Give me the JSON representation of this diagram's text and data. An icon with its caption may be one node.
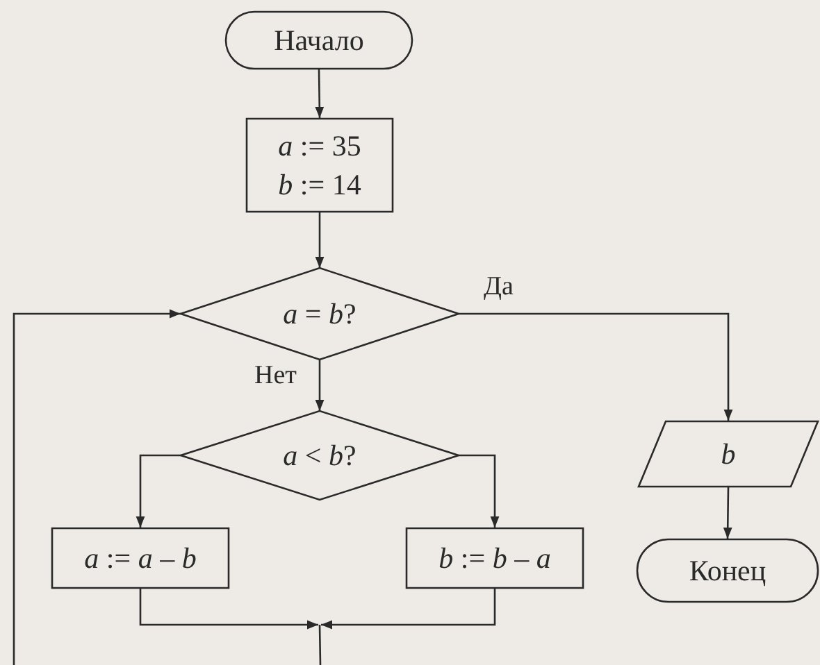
{
  "diagram": {
    "nodes": [
      {
        "text": [
          "Начало"
        ]
      },
      {
        "text": [
          "*a* := 35",
          "*b* := 14"
        ]
      },
      {
        "text": [
          "*a* = *b*?"
        ]
      },
      {
        "text": [
          "*a* < *b*?"
        ]
      },
      {
        "text": [
          "*a* := *a* – *b*"
        ]
      },
      {
        "text": [
          "*b* := *b* – *a*"
        ]
      },
      {
        "text": [
          "b"
        ]
      },
      {
        "text": [
          "Конец"
        ]
      }
    ],
    "edges": [
      {
        "from": 0,
        "to": 1,
        "arrow": "to"
      },
      {
        "from": 1,
        "to": 2,
        "arrow": "to"
      },
      {
        "from": 2,
        "to": 6,
        "arrow": "to",
        "label": "Да"
      },
      {
        "from": 2,
        "to": 3,
        "arrow": "to",
        "label": "Нет"
      },
      {
        "from": 3,
        "to": 4,
        "arrow": "to"
      },
      {
        "from": 3,
        "to": 5,
        "arrow": "to"
      },
      {
        "from": 6,
        "to": 7,
        "arrow": "to"
      },
      {
        "from": 4,
        "to": null,
        "arrow": "to"
      },
      {
        "from": 5,
        "to": null,
        "arrow": "to"
      },
      {
        "from": null,
        "to": 2,
        "arrow": "to"
      }
    ]
  }
}
